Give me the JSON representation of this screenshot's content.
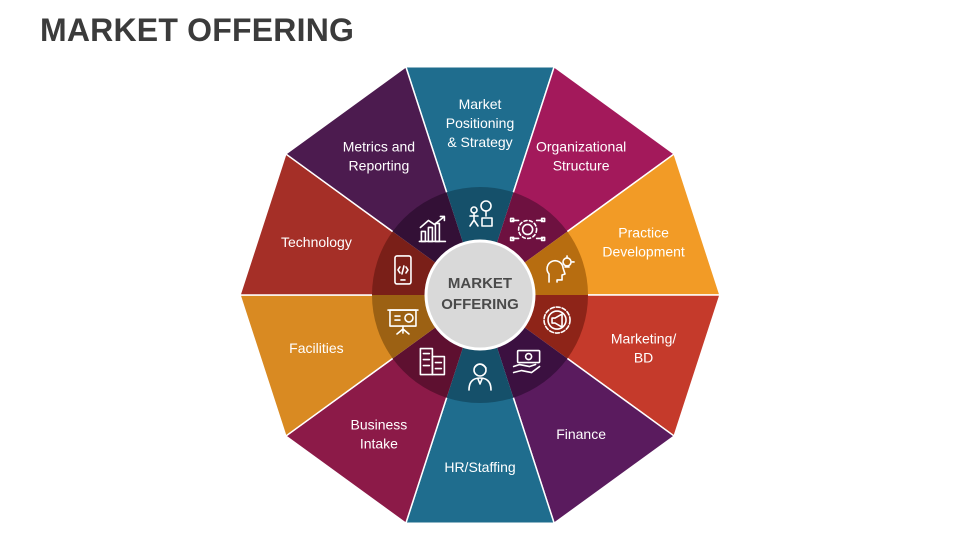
{
  "title": "MARKET OFFERING",
  "center": {
    "lines": [
      "MARKET",
      "OFFERING"
    ],
    "fill_color": "#d9d9d9",
    "text_color": "#4a4a4a"
  },
  "segments": [
    {
      "name": "market-positioning",
      "lines": [
        "Market",
        "Positioning",
        "& Strategy"
      ],
      "outer_color": "#1f6d8e",
      "inner_color": "#15506a",
      "icon": "strategy-icon"
    },
    {
      "name": "organizational-structure",
      "lines": [
        "Organizational",
        "Structure"
      ],
      "outer_color": "#a3195b",
      "inner_color": "#6e1140",
      "icon": "network-gear-icon"
    },
    {
      "name": "practice-development",
      "lines": [
        "Practice",
        "Development"
      ],
      "outer_color": "#f29b26",
      "inner_color": "#b76d10",
      "icon": "idea-head-icon"
    },
    {
      "name": "marketing-bd",
      "lines": [
        "Marketing/",
        "BD"
      ],
      "outer_color": "#c53a2b",
      "inner_color": "#8e2418",
      "icon": "megaphone-gear-icon"
    },
    {
      "name": "finance",
      "lines": [
        "Finance"
      ],
      "outer_color": "#5a1b5e",
      "inner_color": "#3b1040",
      "icon": "money-hand-icon"
    },
    {
      "name": "hr-staffing",
      "lines": [
        "HR/Staffing"
      ],
      "outer_color": "#1f6d8e",
      "inner_color": "#15506a",
      "icon": "person-icon"
    },
    {
      "name": "business-intake",
      "lines": [
        "Business",
        "Intake"
      ],
      "outer_color": "#8c1a48",
      "inner_color": "#5e1030",
      "icon": "buildings-icon"
    },
    {
      "name": "facilities",
      "lines": [
        "Facilities"
      ],
      "outer_color": "#d98a22",
      "inner_color": "#9c6113",
      "icon": "presentation-board-icon"
    },
    {
      "name": "technology",
      "lines": [
        "Technology"
      ],
      "outer_color": "#a52f27",
      "inner_color": "#7a1f18",
      "icon": "smartphone-code-icon"
    },
    {
      "name": "metrics-reporting",
      "lines": [
        "Metrics and",
        "Reporting"
      ],
      "outer_color": "#4c1b4f",
      "inner_color": "#331036",
      "icon": "bar-chart-icon"
    }
  ]
}
